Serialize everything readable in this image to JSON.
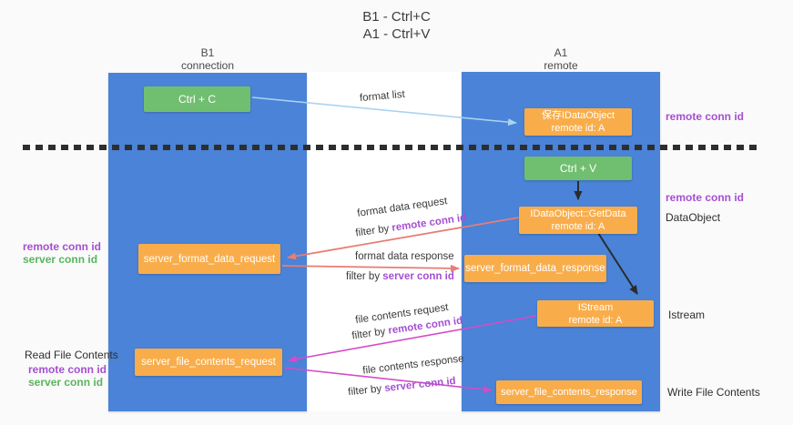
{
  "title": {
    "line1": "B1 - Ctrl+C",
    "line2": "A1 - Ctrl+V"
  },
  "lifelines": {
    "left": {
      "name": "B1",
      "role": "connection"
    },
    "right": {
      "name": "A1",
      "role": "remote"
    }
  },
  "boxes": {
    "ctrl_c": {
      "label": "Ctrl + C"
    },
    "save_idataobject": {
      "line1": "保存IDataObject",
      "line2": "remote id: A"
    },
    "ctrl_v": {
      "label": "Ctrl + V"
    },
    "idataobject_getdata": {
      "line1": "IDataObject::GetData",
      "line2": "remote id: A"
    },
    "istream": {
      "line1": "IStream",
      "line2": "remote id: A"
    },
    "server_format_data_request": {
      "label": "server_format_data_request"
    },
    "server_format_data_response": {
      "label": "server_format_data_response"
    },
    "server_file_contents_request": {
      "label": "server_file_contents_request"
    },
    "server_file_contents_response": {
      "label": "server_file_contents_response"
    }
  },
  "flow_labels": {
    "format_list": "format list",
    "format_data_request": "format data request",
    "format_data_response": "format data response",
    "file_contents_request": "file contents request",
    "file_contents_response": "file contents response",
    "filter_by": "filter by",
    "remote_conn_id": "remote conn id",
    "server_conn_id": "server conn id"
  },
  "side_labels": {
    "right_remote_conn_id_top": "remote conn id",
    "right_remote_conn_id_mid": "remote conn id",
    "right_dataobject": "DataObject",
    "right_istream": "Istream",
    "right_write_file_contents": "Write File Contents",
    "left_remote_conn_id_format": "remote conn id",
    "left_server_conn_id_format": "server conn id",
    "left_read_file_contents": "Read File Contents",
    "left_remote_conn_id_file": "remote conn id",
    "left_server_conn_id_file": "server conn id"
  },
  "colors": {
    "background": "#fafafa",
    "lifeline_blue": "#4a83d7",
    "box_green": "#70bf70",
    "box_orange": "#f9ad4a",
    "label_purple": "#a54fd1",
    "label_green": "#59b55e",
    "arrow_lightblue": "#a9d3f2",
    "arrow_salmon": "#e87d74",
    "arrow_magenta": "#d44cc6",
    "arrow_black": "#2b2b2b",
    "dash_line": "#2e2e2e"
  }
}
